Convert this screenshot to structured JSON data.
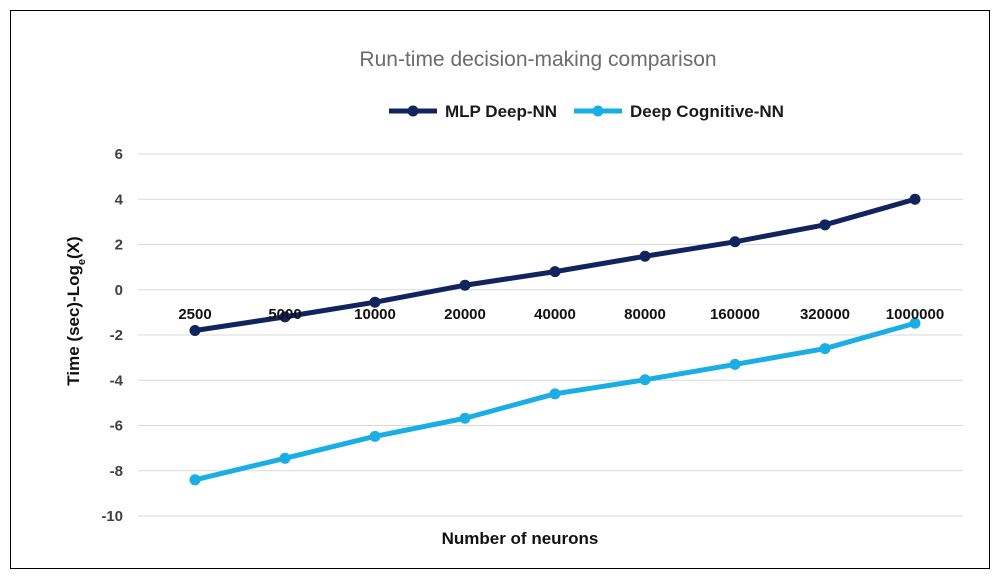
{
  "chart_data": {
    "type": "line",
    "title": "Run-time decision-making comparison",
    "xlabel": "Number of neurons",
    "ylabel_main": "Time (sec)-Log",
    "ylabel_sub": "e",
    "ylabel_tail": "(X)",
    "categories": [
      "2500",
      "5000",
      "10000",
      "20000",
      "40000",
      "80000",
      "160000",
      "320000",
      "1000000"
    ],
    "series": [
      {
        "name": "MLP Deep-NN",
        "color": "#12245e",
        "values": [
          -1.8,
          -1.2,
          -0.55,
          0.2,
          0.8,
          1.48,
          2.12,
          2.87,
          4.0
        ]
      },
      {
        "name": "Deep Cognitive-NN",
        "color": "#1aaee5",
        "values": [
          -8.4,
          -7.45,
          -6.48,
          -5.68,
          -4.6,
          -3.98,
          -3.3,
          -2.6,
          -1.48
        ]
      }
    ],
    "yticks": [
      6,
      4,
      2,
      0,
      -2,
      -4,
      -6,
      -8,
      -10
    ],
    "ylim": [
      -10,
      6
    ],
    "grid": true,
    "legend_position": "top"
  }
}
